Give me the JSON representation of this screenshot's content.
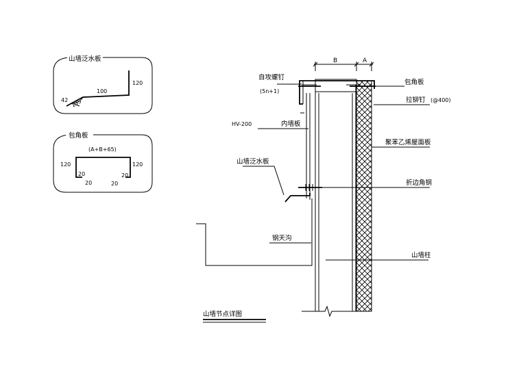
{
  "details": {
    "gable_flashing": {
      "title": "山墙泛水板",
      "dim_120": "120",
      "dim_100": "100",
      "dim_42": "42",
      "dim_135": "135"
    },
    "corner_board": {
      "title": "包角板",
      "formula": "(A+B+65)",
      "dim_left_120": "120",
      "dim_right_120": "120",
      "dim_20_a": "20",
      "dim_20_b": "20",
      "dim_20_c": "20",
      "dim_20_d": "20"
    }
  },
  "main": {
    "dim_b": "B",
    "dim_a": "A",
    "labels": {
      "self_tapping_screw": "自攻螺钉",
      "screw_spec": "(5n+1)",
      "hv200": "HV-200",
      "inner_wall_board": "内墙板",
      "gable_flashing": "山墙泛水板",
      "steel_gutter": "钢天沟",
      "corner_board": "包角板",
      "rivet": "拉铆钉",
      "rivet_spec": "(@400)",
      "sandwich_panel": "聚苯乙烯屋面板",
      "angle_steel": "折边角钢",
      "gable_column": "山墙柱"
    },
    "title": "山墙节点详图"
  }
}
